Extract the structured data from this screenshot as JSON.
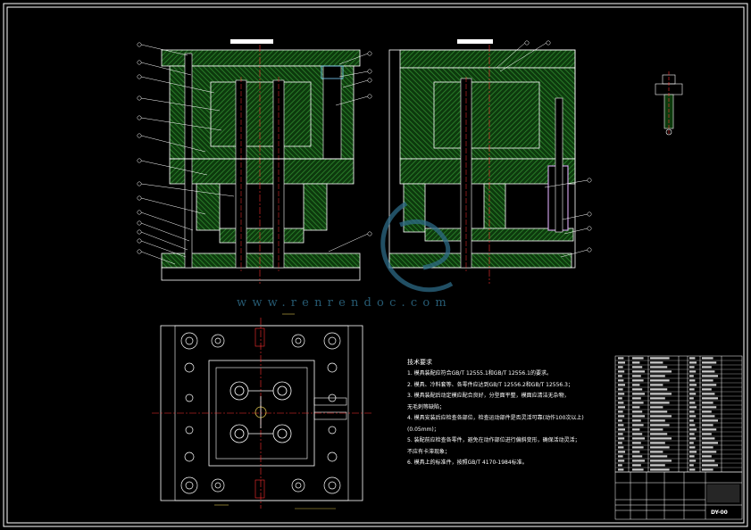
{
  "watermark": "www.renrendoc.com",
  "drawing_number": "DY-00",
  "technical_requirements": {
    "title": "技术要求",
    "items": [
      "1. 模具装配应符合GB/T 12555.1和GB/T 12556.1的要求。",
      "2. 模具、冷料套等、各零件应达到GB/T 12556.2和GB/T 12556.3；",
      "3. 模具装配后动定模应配合良好，分型面平整，模面应清洁无杂物，",
      "   无毛刺等缺陷；",
      "4. 模具安装后应检查各部位，检查运动部件是否灵活可靠(动作100次以上)",
      "   (0.05mm)；",
      "5. 装配前应检查各零件，避免在动作部位进行偏斜变形，确保活动灵活；",
      "   不应有卡滞现象；",
      "6. 模具上的标准件，按照GB/T 4170-1984标准。"
    ]
  },
  "colors": {
    "background": "#000000",
    "frame": "#ffffff",
    "hatch": "#2f8a2f",
    "plate": "#0d3a0d",
    "centerline": "#ff3030",
    "pin": "#c89be0",
    "watermark": "#2d6a86"
  }
}
